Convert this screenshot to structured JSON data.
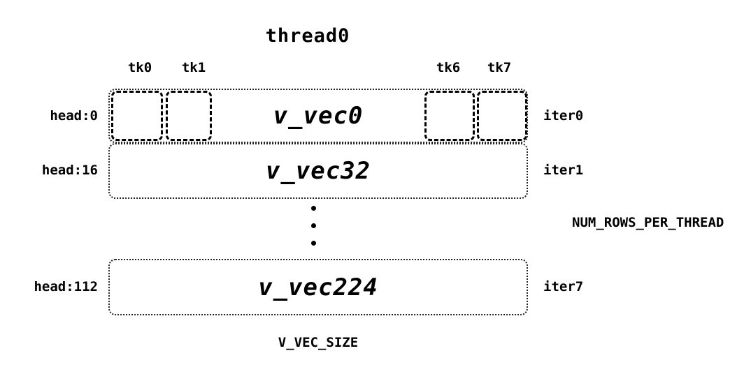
{
  "title": "thread0",
  "ticks": {
    "tk0": "tk0",
    "tk1": "tk1",
    "tk6": "tk6",
    "tk7": "tk7"
  },
  "rows": [
    {
      "head": "head:0",
      "vec": "v_vec0",
      "iter": "iter0"
    },
    {
      "head": "head:16",
      "vec": "v_vec32",
      "iter": "iter1"
    },
    {
      "head": "head:112",
      "vec": "v_vec224",
      "iter": "iter7"
    }
  ],
  "labels": {
    "num_rows": "NUM_ROWS_PER_THREAD",
    "v_vec_size": "V_VEC_SIZE"
  }
}
